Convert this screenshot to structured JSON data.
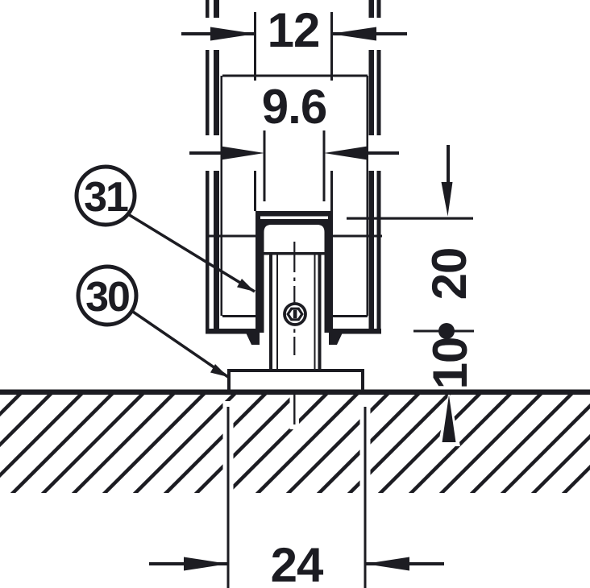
{
  "drawing": {
    "background": "#ffffff",
    "ink": "#1c1c22",
    "dimensions": {
      "top_width": "12",
      "inner_width": "9.6",
      "engagement_height": "20",
      "floor_clearance": "10",
      "base_width": "24"
    },
    "callouts": [
      {
        "label": "31"
      },
      {
        "label": "30"
      }
    ]
  }
}
